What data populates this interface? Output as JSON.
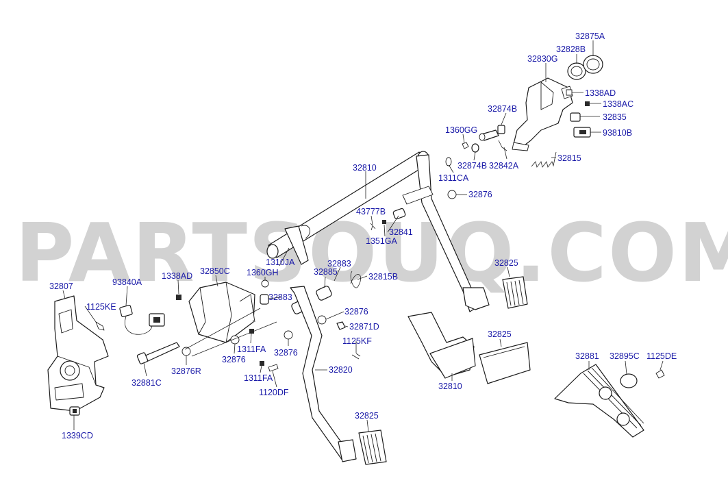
{
  "watermark": "PARTSOUQ.COM",
  "labels": {
    "p32875A": "32875A",
    "p32828B": "32828B",
    "p32830G": "32830G",
    "p1338AD_top": "1338AD",
    "p1338AC": "1338AC",
    "p32874B_a": "32874B",
    "p32835": "32835",
    "p1360GG": "1360GG",
    "p93810B": "93810B",
    "p32874B_b": "32874B",
    "p32842A": "32842A",
    "p32815": "32815",
    "p32810_shaft": "32810",
    "p1311CA": "1311CA",
    "p32876_top": "32876",
    "p43777B": "43777B",
    "p32841": "32841",
    "p1351GA": "1351GA",
    "p1310JA": "1310JA",
    "p32883_top": "32883",
    "p32825_right": "32825",
    "p32807": "32807",
    "p93840A": "93840A",
    "p1338AD_left": "1338AD",
    "p32850C": "32850C",
    "p1360GH": "1360GH",
    "p32885": "32885",
    "p32815B": "32815B",
    "p1125KE": "1125KE",
    "p32883_mid": "32883",
    "p32876_mid": "32876",
    "p32871D": "32871D",
    "p1125KF": "1125KF",
    "p32876_low": "32876",
    "p1311FA_a": "1311FA",
    "p32876_left": "32876",
    "p32876R": "32876R",
    "p32881C": "32881C",
    "p1311FA_b": "1311FA",
    "p1120DF": "1120DF",
    "p32820": "32820",
    "p32825_pad": "32825",
    "p32810_pedal": "32810",
    "p32881": "32881",
    "p32895C": "32895C",
    "p1125DE": "1125DE",
    "p1339CD": "1339CD",
    "p32825_bottom": "32825"
  },
  "colors": {
    "label": "#1a1aa8",
    "line": "#1b1b1b",
    "watermark": "#c8c8c8"
  }
}
